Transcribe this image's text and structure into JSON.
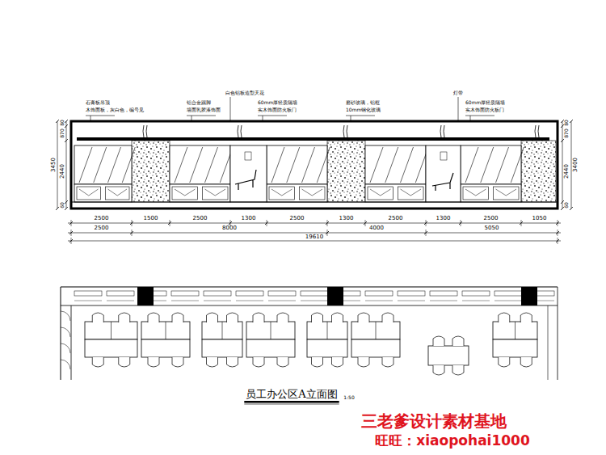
{
  "diagram": {
    "title": "员工办公区A立面图",
    "labels": [
      "石膏板吊顶",
      "木饰面板，灰白色，编号见",
      "铝合金踢脚",
      "墙面乳胶漆饰面",
      "白色铝板造型天花",
      "60mm厚轻质隔墙",
      "实木饰面防火板门",
      "磨砂玻璃，铝框",
      "10mm钢化玻璃",
      "灯带",
      "60mm厚轻质隔墙",
      "实木饰面防火板门",
      "3450",
      "80",
      "870",
      "2440",
      "60",
      "80",
      "870",
      "2440",
      "60",
      "3400",
      "2500",
      "1500",
      "2500",
      "1300",
      "2500",
      "1300",
      "2500",
      "1300",
      "2500",
      "1050",
      "2500",
      "8000",
      "4000",
      "5050",
      "19610",
      "1:50",
      "三老爹设计素材基地",
      "旺旺：xiaopohai1000"
    ]
  }
}
